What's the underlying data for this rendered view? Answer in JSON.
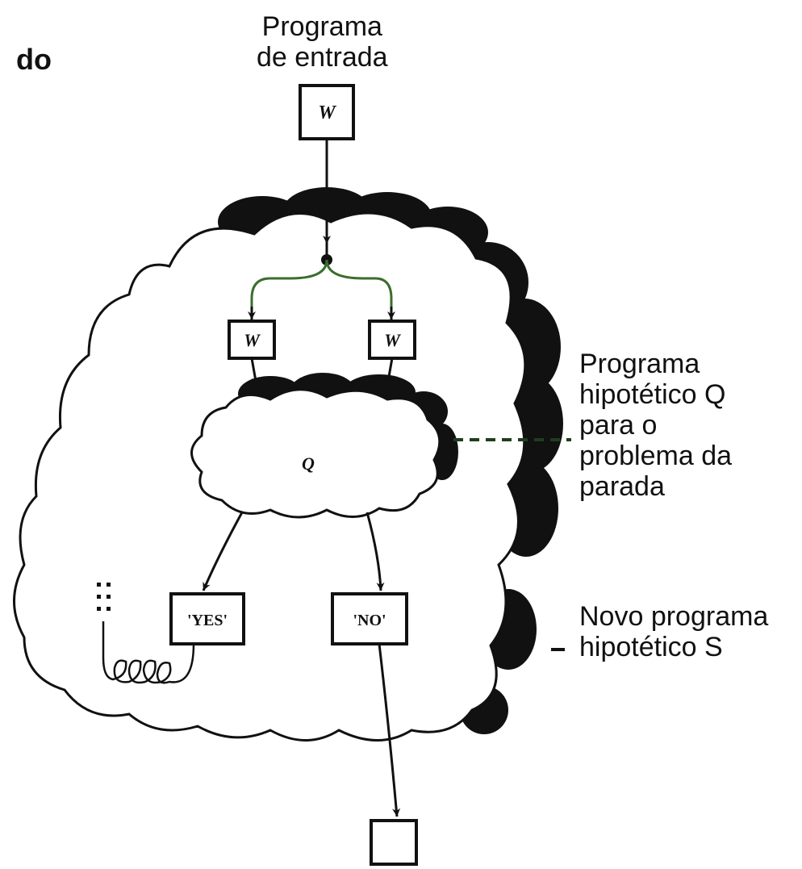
{
  "corner_text": "do",
  "input_label": [
    "Programa",
    "de entrada"
  ],
  "program_q_label": [
    "Programa",
    "hipotético Q",
    "para o",
    "problema da",
    "parada"
  ],
  "program_s_label": [
    "Novo programa",
    "hipotético S"
  ],
  "boxes": {
    "input": "W",
    "copy_left": "W",
    "copy_right": "W",
    "q": "Q",
    "yes": "'YES'",
    "no": "'NO'"
  },
  "colors": {
    "ink": "#111111",
    "branch": "#3a6e2e",
    "leader": "#1f3d1f"
  }
}
